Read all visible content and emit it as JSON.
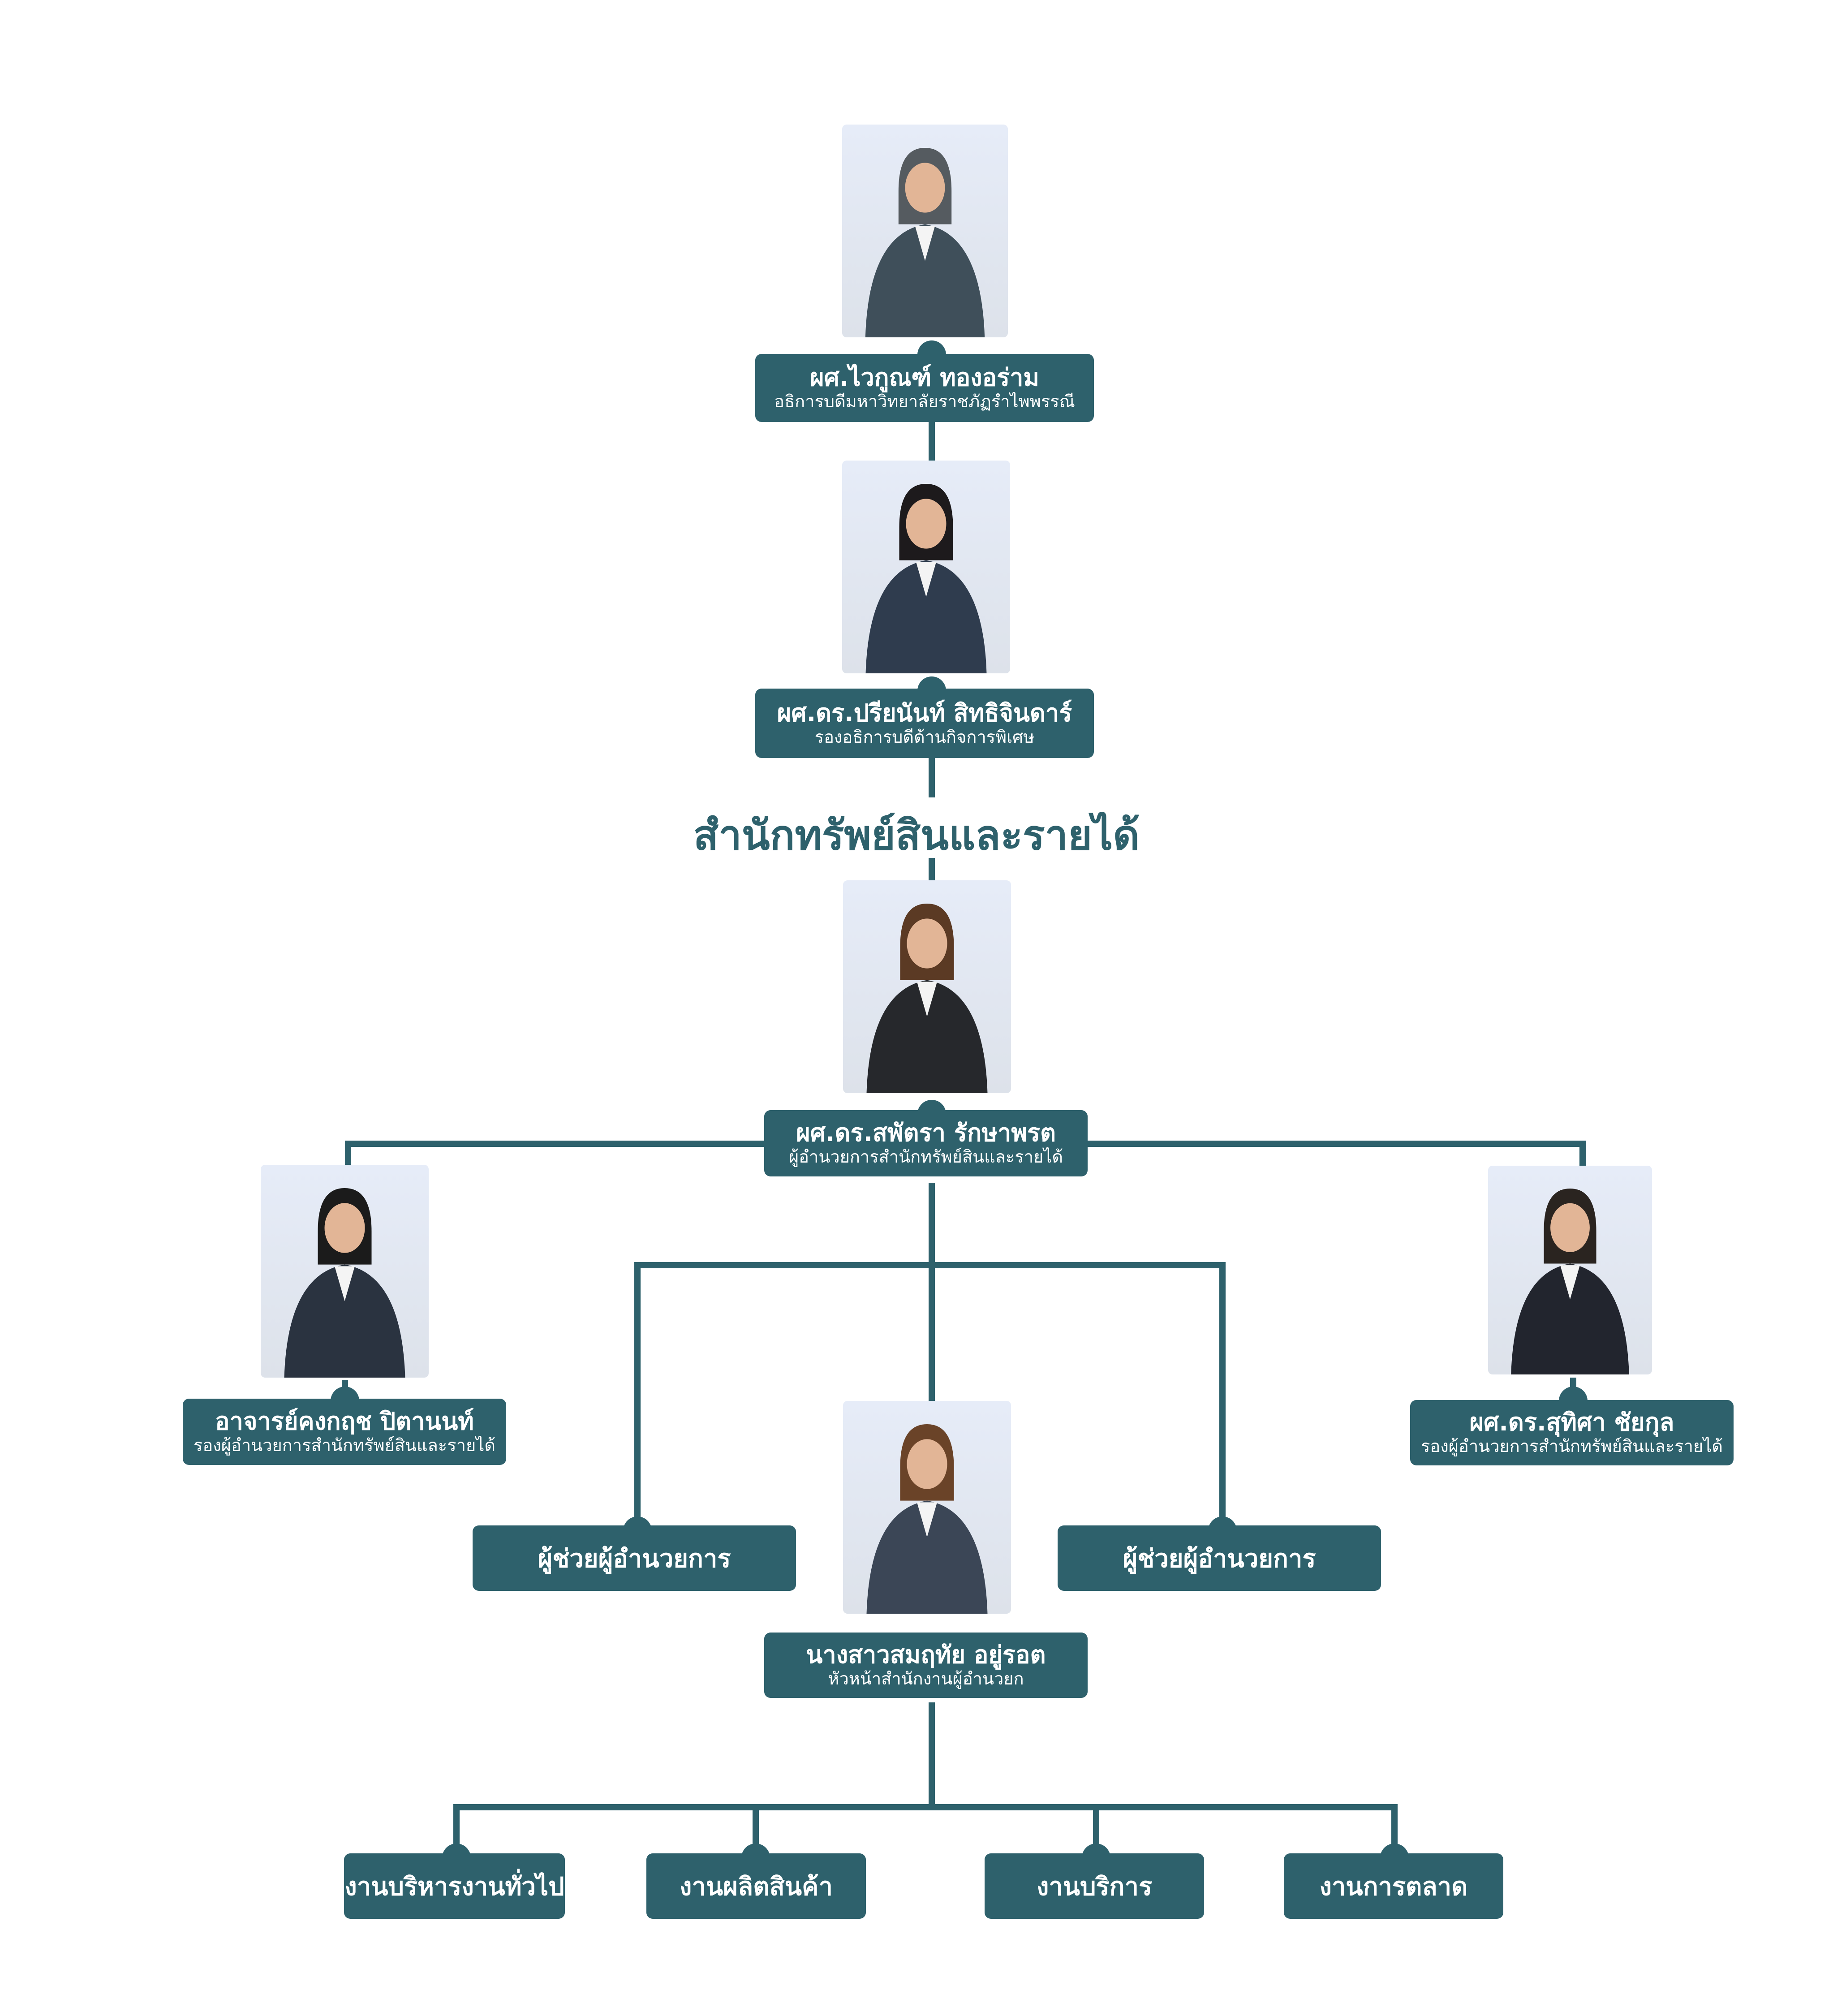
{
  "title": "สำนักทรัพย์สินและรายได้",
  "colors": {
    "accent": "#2e616c",
    "text_on_accent": "#ffffff",
    "photo_bg": "#e4e9f4"
  },
  "people": {
    "president": {
      "name": "ผศ.ไวกูณฑ์ ทองอร่าม",
      "role": "อธิการบดีมหาวิทยาลัยราชภัฏรำไพพรรณี",
      "suit": "#3f4f5a",
      "hair": "#555b60"
    },
    "vice_president": {
      "name": "ผศ.ดร.ปรียนันท์ สิทธิจินดาร์",
      "role": "รองอธิการบดีด้านกิจการพิเศษ",
      "suit": "#2f3c4e",
      "hair": "#1d1a1c"
    },
    "director": {
      "name": "ผศ.ดร.สพัตรา รักษาพรต",
      "role": "ผู้อำนวยการสำนักทรัพย์สินและรายได้",
      "suit": "#26282c",
      "hair": "#5b3a24"
    },
    "deputy_left": {
      "name": "อาจารย์คงกฤช ปิตานนท์",
      "role": "รองผู้อำนวยการสำนักทรัพย์สินและรายได้",
      "suit": "#2a3340",
      "hair": "#1b1b1b"
    },
    "deputy_right": {
      "name": "ผศ.ดร.สุทิศา ชัยกุล",
      "role": "รองผู้อำนวยการสำนักทรัพย์สินและรายได้",
      "suit": "#22252e",
      "hair": "#2a2420"
    },
    "office_head": {
      "name": "นางสาวสมฤทัย อยู่รอต",
      "role": "หัวหน้าสำนักงานผู้อำนวยก",
      "suit": "#3b4656",
      "hair": "#6a4328"
    }
  },
  "assistants": [
    {
      "label": "ผู้ช่วยผู้อำนวยการ"
    },
    {
      "label": "ผู้ช่วยผู้อำนวยการ"
    }
  ],
  "units": [
    {
      "label": "งานบริหารงานทั่วไป"
    },
    {
      "label": "งานผลิตสินค้า"
    },
    {
      "label": "งานบริการ"
    },
    {
      "label": "งานการตลาด"
    }
  ]
}
